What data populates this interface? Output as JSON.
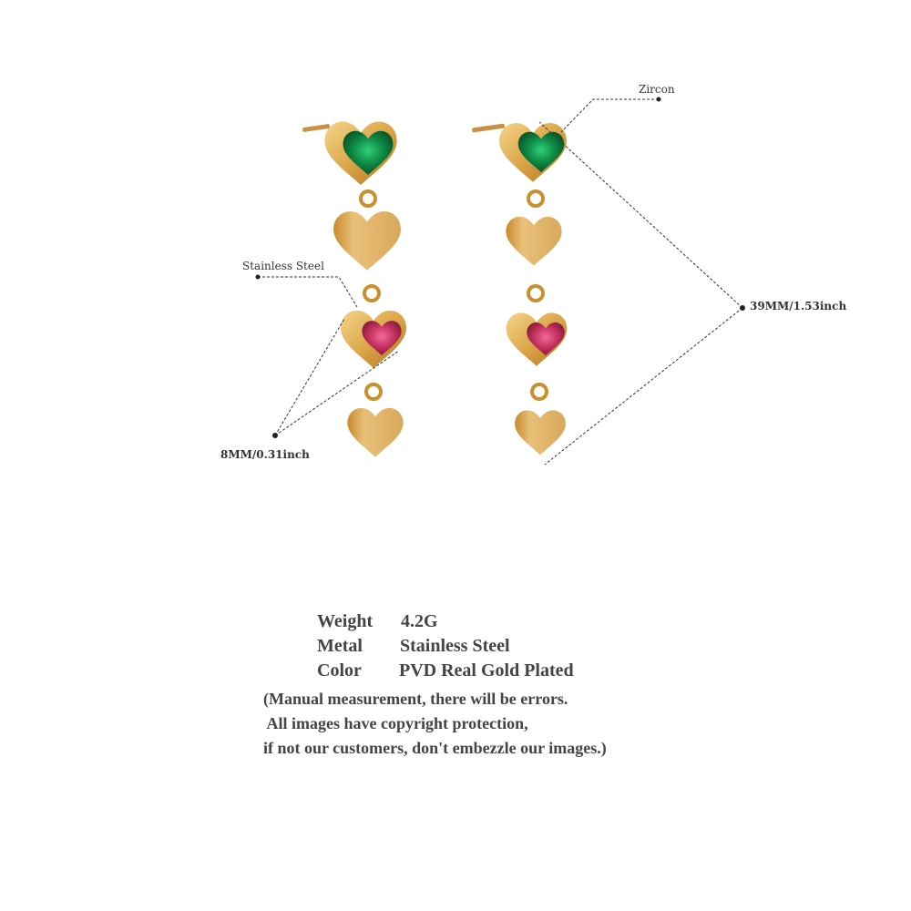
{
  "annotations": {
    "zircon": "Zircon",
    "stainless_steel": "Stainless Steel",
    "width": "8MM/0.31inch",
    "length": "39MM/1.53inch"
  },
  "specs": [
    {
      "label": "Weight",
      "value": "4.2G"
    },
    {
      "label": "Metal",
      "value": "Stainless Steel"
    },
    {
      "label": "Color",
      "value": "PVD Real Gold Plated"
    }
  ],
  "notes": [
    "(Manual measurement, there will be errors.",
    " All images have copyright protection,",
    "if not our customers, don't embezzle our images.)"
  ],
  "colors": {
    "gold": "#d9a547",
    "gold_dark": "#b77a22",
    "gold_light": "#f2cf7c",
    "emerald": "#0f7a3a",
    "ruby": "#c2305e",
    "line": "#333333"
  }
}
